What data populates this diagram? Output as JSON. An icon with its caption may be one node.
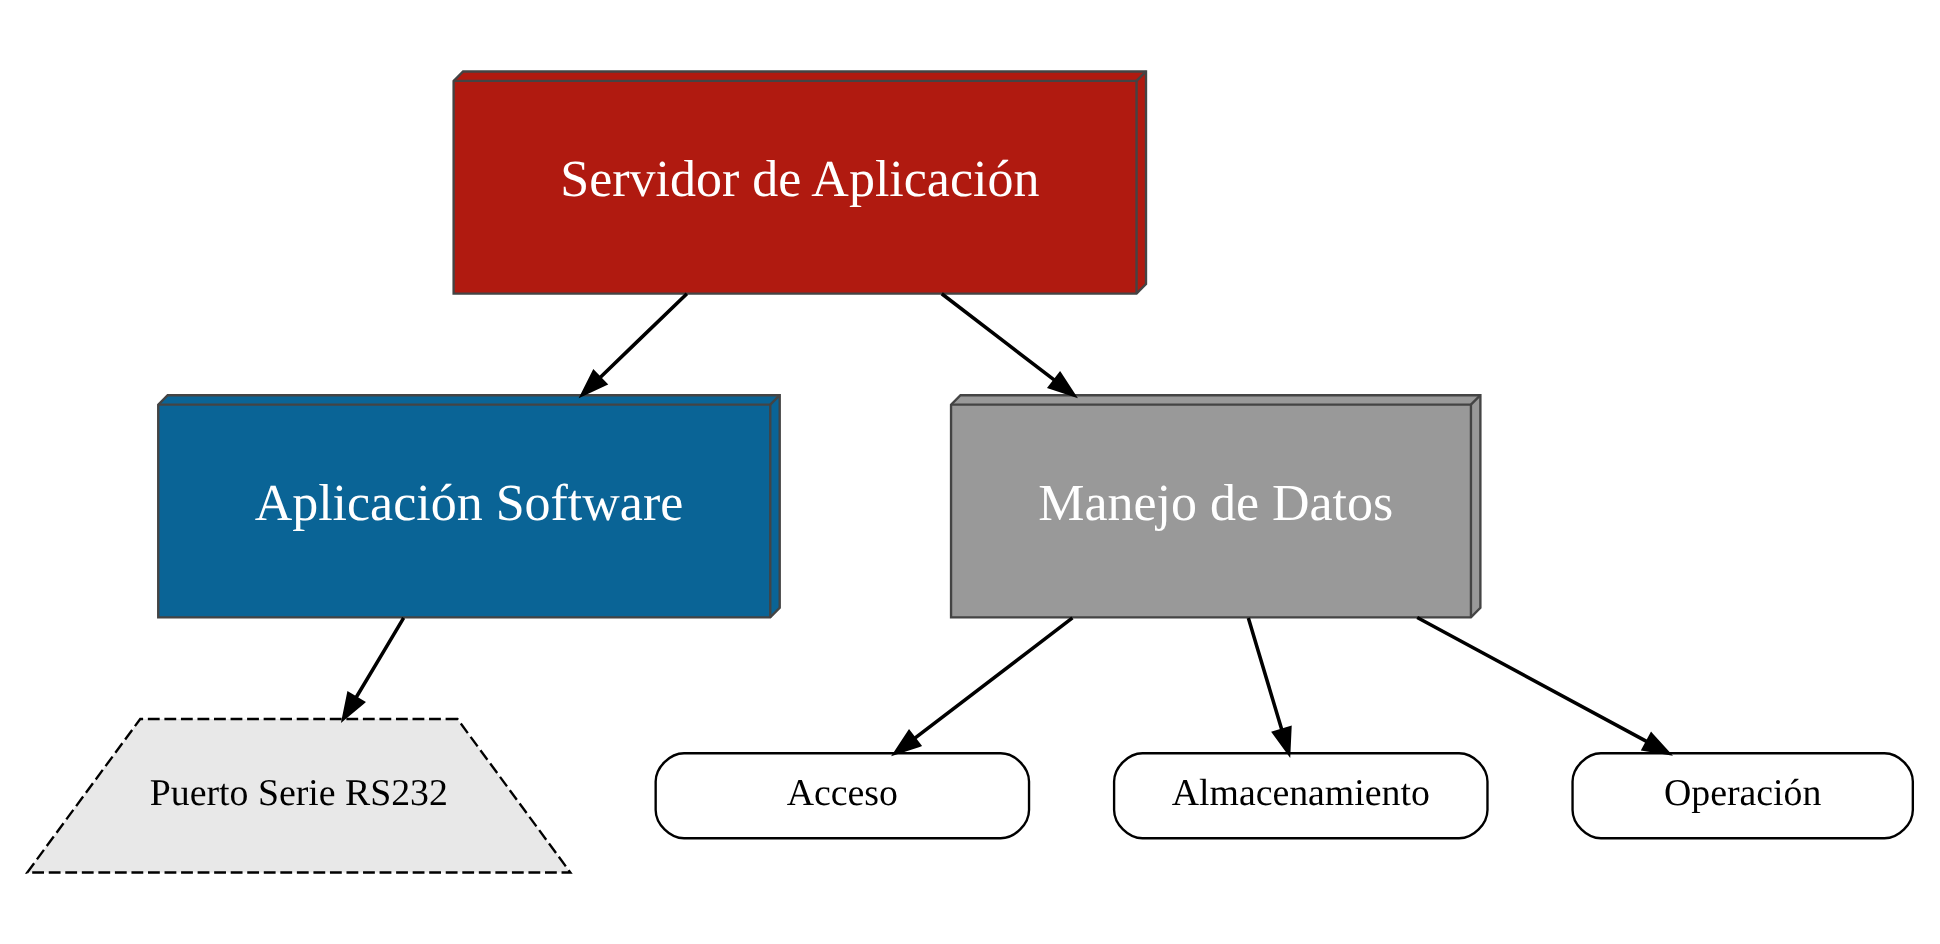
{
  "diagram": {
    "nodes": [
      {
        "text": [
          "Servidor de Aplicación"
        ]
      },
      {
        "text": [
          "Aplicación Software"
        ]
      },
      {
        "text": [
          "Manejo de Datos"
        ]
      },
      {
        "text": [
          "Puerto Serie RS232"
        ]
      },
      {
        "text": [
          "Acceso"
        ]
      },
      {
        "text": [
          "Almacenamiento"
        ]
      },
      {
        "text": [
          "Operación"
        ]
      }
    ],
    "edges": [
      {
        "from": 0,
        "to": 1,
        "arrow": "to"
      },
      {
        "from": 0,
        "to": 2,
        "arrow": "to"
      },
      {
        "from": 1,
        "to": 3,
        "arrow": "to"
      },
      {
        "from": 2,
        "to": 4,
        "arrow": "to"
      },
      {
        "from": 2,
        "to": 5,
        "arrow": "to"
      },
      {
        "from": 2,
        "to": 6,
        "arrow": "to"
      }
    ]
  }
}
